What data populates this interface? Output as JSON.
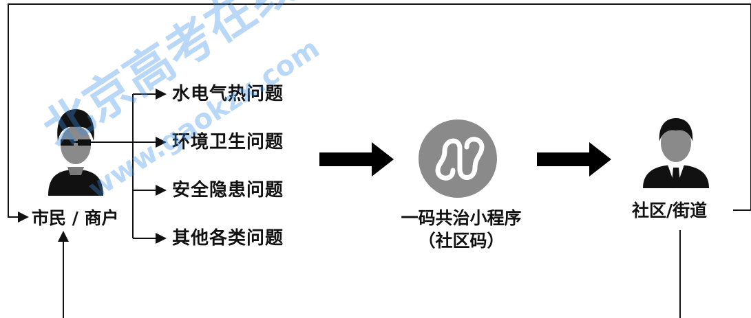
{
  "citizen": {
    "label": "市民 / 商户"
  },
  "issues": [
    {
      "label": "水电气热问题"
    },
    {
      "label": "环境卫生问题"
    },
    {
      "label": "安全隐患问题"
    },
    {
      "label": "其他各类问题"
    }
  ],
  "platform": {
    "line1": "一码共治小程序",
    "line2": "（社区码）",
    "icon": "mini-program-icon"
  },
  "community": {
    "label": "社区/街道",
    "icon": "official-person-icon"
  },
  "watermark": {
    "text1": "北京高考在线",
    "text2": "www.gaokzx.com"
  },
  "colors": {
    "line": "#111111",
    "icon_gray": "#8a8a8a",
    "watermark": "#3a8ee6"
  }
}
